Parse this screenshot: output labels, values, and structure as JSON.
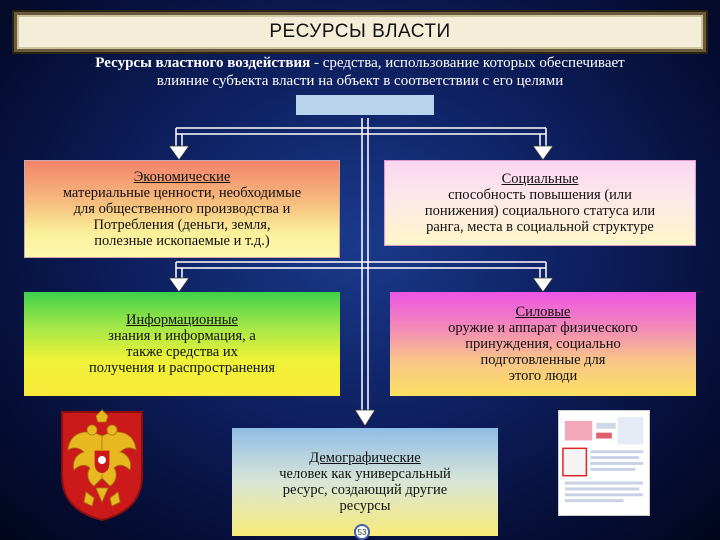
{
  "title": "РЕСУРСЫ ВЛАСТИ",
  "definition": {
    "term": "Ресурсы властного воздействия",
    "text_line1": " - средства, использование которых обеспечивает",
    "text_line2": "влияние субъекта власти на объект в соответствии с его целями"
  },
  "boxes": {
    "economic": {
      "head": "Экономические",
      "lines": [
        "материальные ценности, необходимые",
        "для общественного производства и",
        "Потребления (деньги, земля,",
        "полезные ископаемые и т.д.)"
      ]
    },
    "social": {
      "head": "Социальные",
      "lines": [
        "способность повышения (или",
        "понижения) социального статуса или",
        "ранга, места в социальной структуре"
      ]
    },
    "informational": {
      "head": "Информационные",
      "lines": [
        "знания и информация, а",
        "также средства их",
        "получения и распространения"
      ]
    },
    "force": {
      "head": "Силовые",
      "lines": [
        "оружие и аппарат физического",
        "принуждения, социально",
        "подготовленные для",
        "этого люди"
      ]
    },
    "demographic": {
      "head": "Демографические",
      "lines": [
        "человек как универсальный",
        "ресурс, создающий другие",
        "ресурсы"
      ]
    }
  },
  "page_number": "53",
  "colors": {
    "background": "#0d1f5e",
    "title_bar": "#f4eed9",
    "emblem_red": "#cc1a1a",
    "emblem_gold": "#e8b820"
  },
  "icons": [
    "russian-coat-of-arms",
    "document-thumbnail"
  ]
}
